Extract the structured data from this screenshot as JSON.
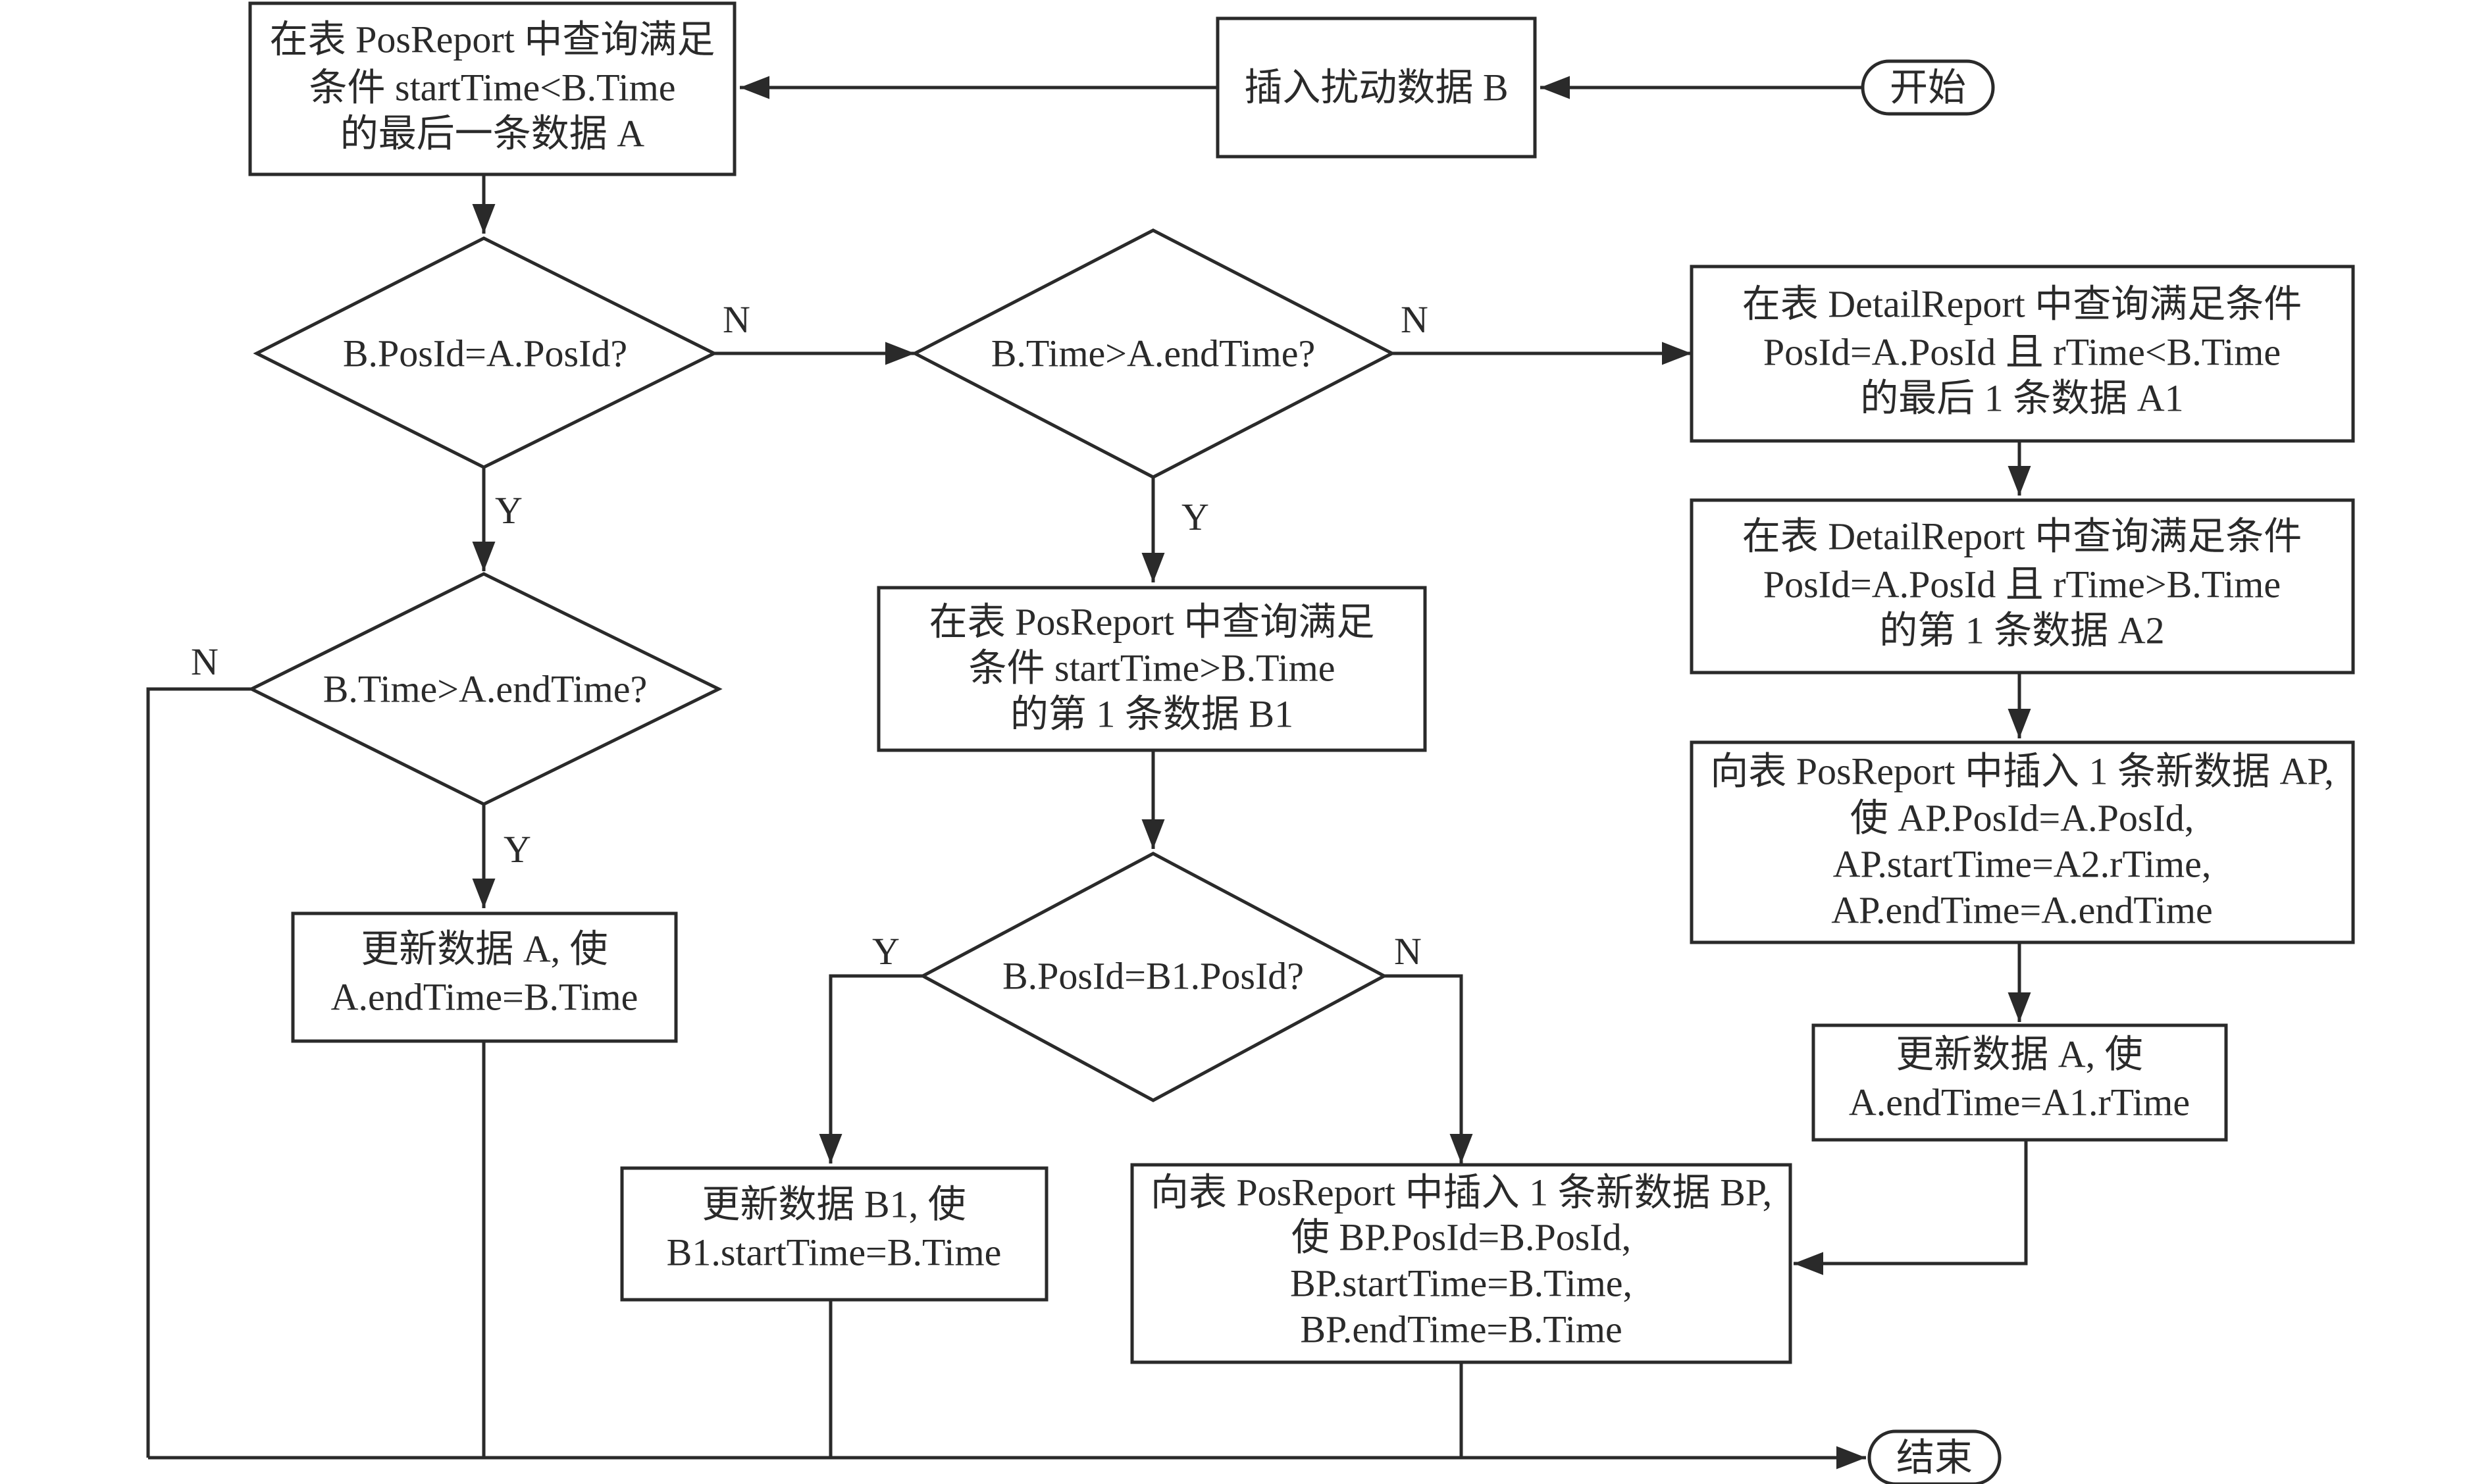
{
  "terminals": {
    "start": "开始",
    "end": "结束"
  },
  "boxes": {
    "insert_b": [
      "插入扰动数据 B"
    ],
    "query_a": [
      "在表 PosReport 中查询满足",
      "条件 startTime<B.Time",
      "的最后一条数据 A"
    ],
    "query_b1": [
      "在表 PosReport 中查询满足",
      "条件 startTime>B.Time",
      "的第 1 条数据 B1"
    ],
    "query_a1": [
      "在表 DetailReport 中查询满足条件",
      "PosId=A.PosId 且 rTime<B.Time",
      "的最后 1 条数据 A1"
    ],
    "query_a2": [
      "在表 DetailReport 中查询满足条件",
      "PosId=A.PosId 且 rTime>B.Time",
      "的第 1 条数据 A2"
    ],
    "insert_ap": [
      "向表 PosReport 中插入 1 条新数据 AP,",
      "使 AP.PosId=A.PosId,",
      "AP.startTime=A2.rTime,",
      "AP.endTime=A.endTime"
    ],
    "update_a_end_b": [
      "更新数据 A, 使",
      "A.endTime=B.Time"
    ],
    "update_a_end_a1": [
      "更新数据 A, 使",
      "A.endTime=A1.rTime"
    ],
    "update_b1": [
      "更新数据 B1, 使",
      "B1.startTime=B.Time"
    ],
    "insert_bp": [
      "向表 PosReport 中插入 1 条新数据 BP,",
      "使 BP.PosId=B.PosId,",
      "BP.startTime=B.Time,",
      "BP.endTime=B.Time"
    ]
  },
  "decisions": {
    "posid_eq": "B.PosId=A.PosId?",
    "time_gt_end_top": "B.Time>A.endTime?",
    "time_gt_end_left": "B.Time>A.endTime?",
    "b1_posid_eq": "B.PosId=B1.PosId?"
  },
  "branch_labels": {
    "yes": "Y",
    "no": "N"
  },
  "colors": {
    "stroke": "#2a2a2a",
    "fill": "#ffffff"
  }
}
